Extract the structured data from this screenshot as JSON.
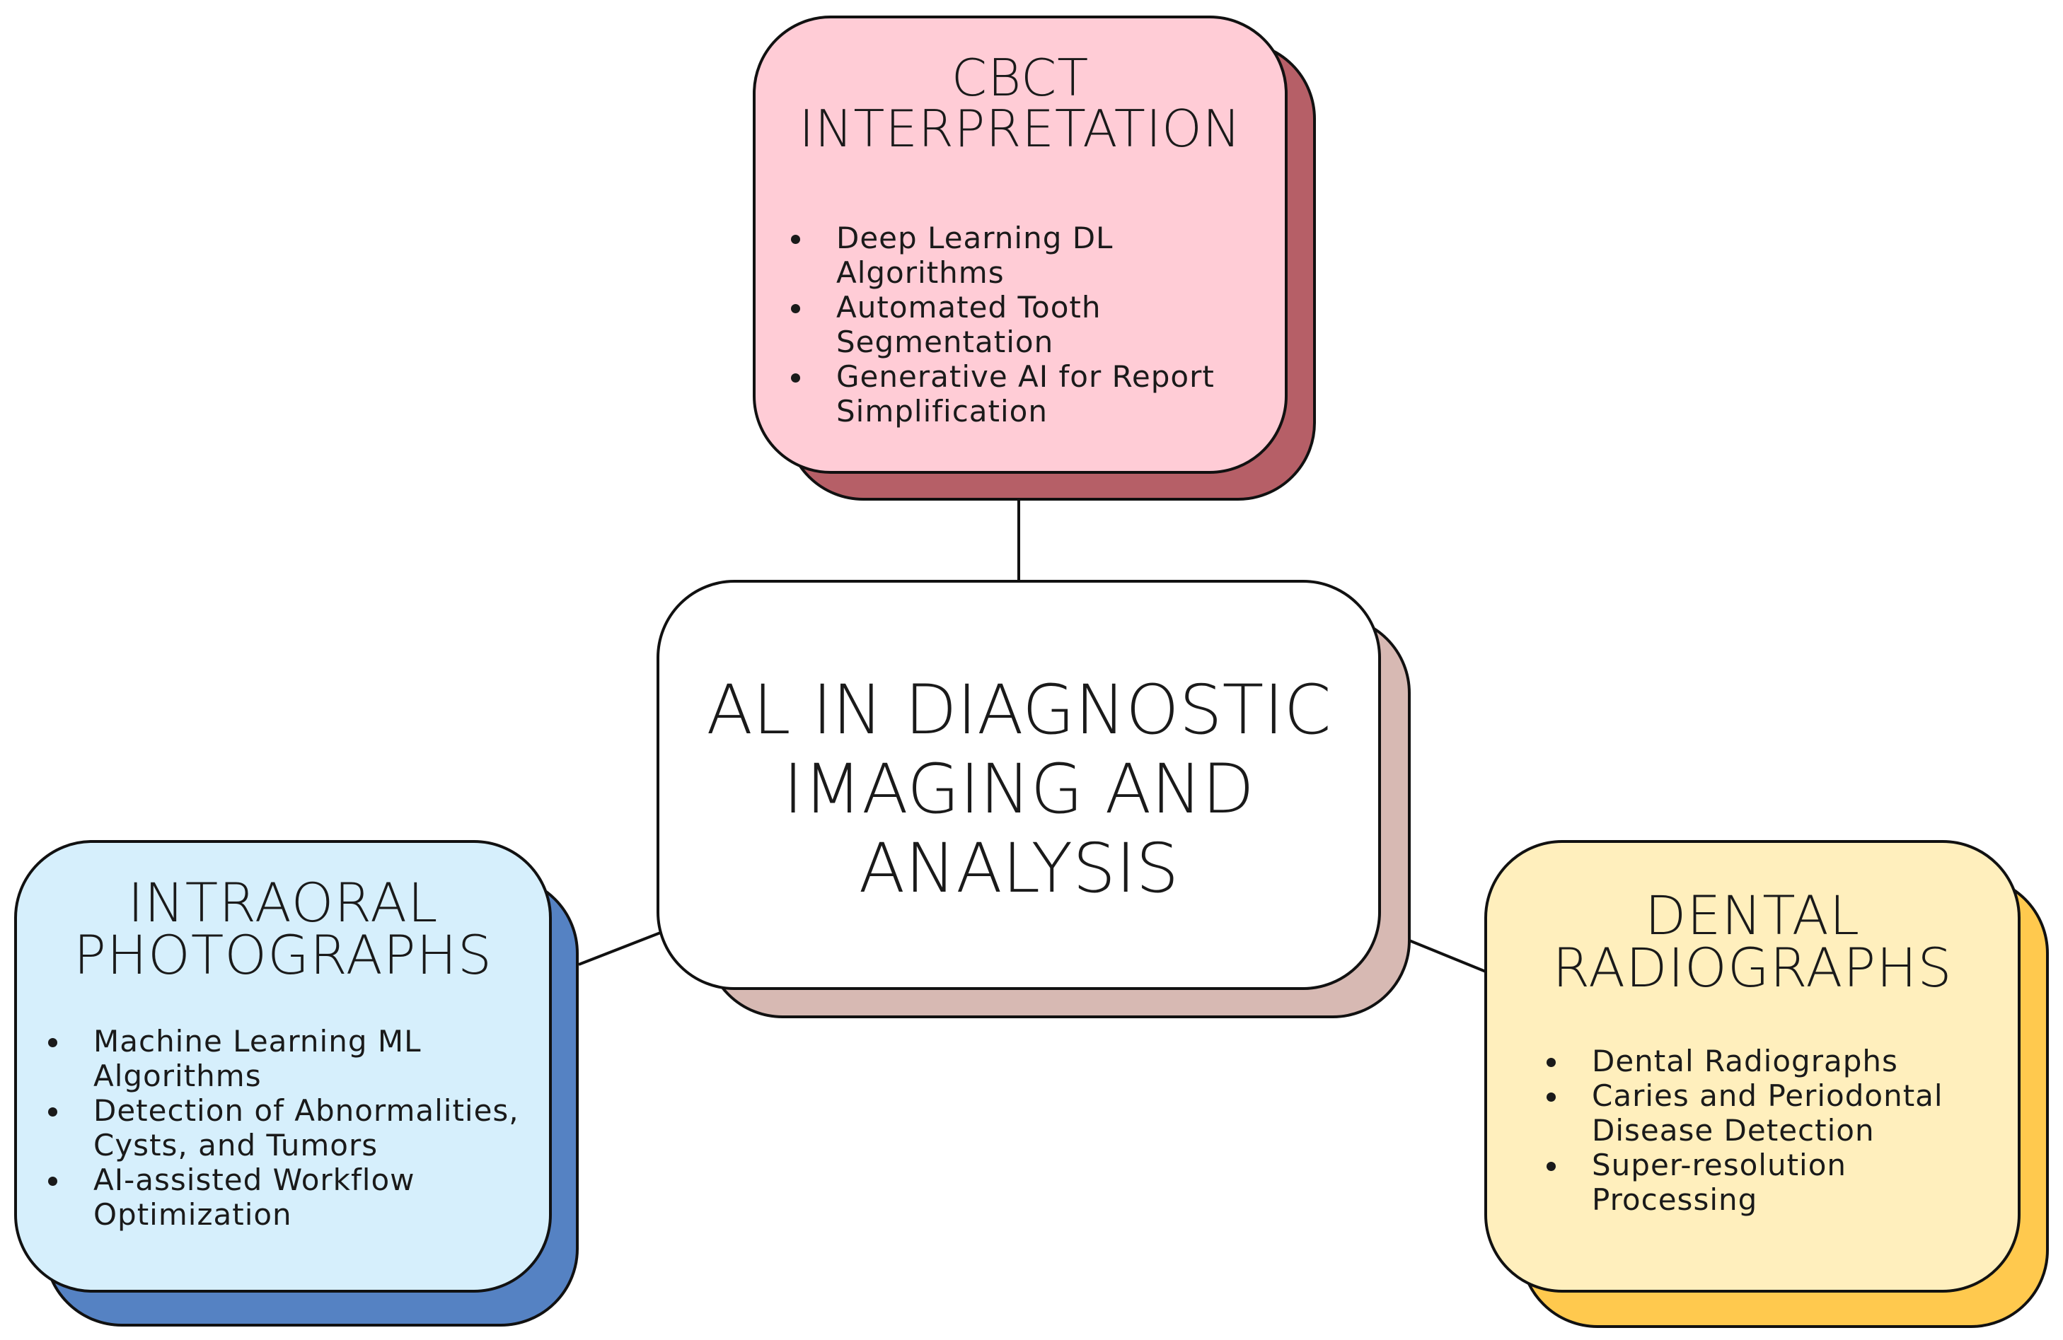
{
  "center": {
    "title_lines": [
      "AL IN DIAGNOSTIC",
      "IMAGING AND",
      "ANALYSIS"
    ]
  },
  "cbct": {
    "title_lines": [
      "CBCT",
      "INTERPRETATION"
    ],
    "bullets": [
      [
        "Deep Learning DL Algorithms"
      ],
      [
        "Automated Tooth",
        "Segmentation"
      ],
      [
        "Generative AI for Report",
        "Simplification"
      ]
    ]
  },
  "intraoral": {
    "title_lines": [
      "INTRAORAL",
      "PHOTOGRAPHS"
    ],
    "bullets": [
      [
        "Machine Learning ML",
        "Algorithms"
      ],
      [
        "Detection of Abnormalities,",
        "Cysts, and Tumors"
      ],
      [
        "AI-assisted Workflow",
        "Optimization"
      ]
    ]
  },
  "dental": {
    "title_lines": [
      "DENTAL",
      "RADIOGRAPHS"
    ],
    "bullets": [
      [
        "Dental Radiographs"
      ],
      [
        "Caries and Periodontal",
        "Disease Detection"
      ],
      [
        "Super-resolution",
        "Processing"
      ]
    ]
  },
  "colors": {
    "cbct_fill": "#ffccd6",
    "cbct_shadow": "#b65f67",
    "center_fill": "#ffffff",
    "center_shadow": "#d7b9b3",
    "intraoral_fill": "#d6effc",
    "intraoral_shadow": "#5582c3",
    "dental_fill": "#ffefbd",
    "dental_shadow": "#ffc94e",
    "outline": "#111111"
  }
}
